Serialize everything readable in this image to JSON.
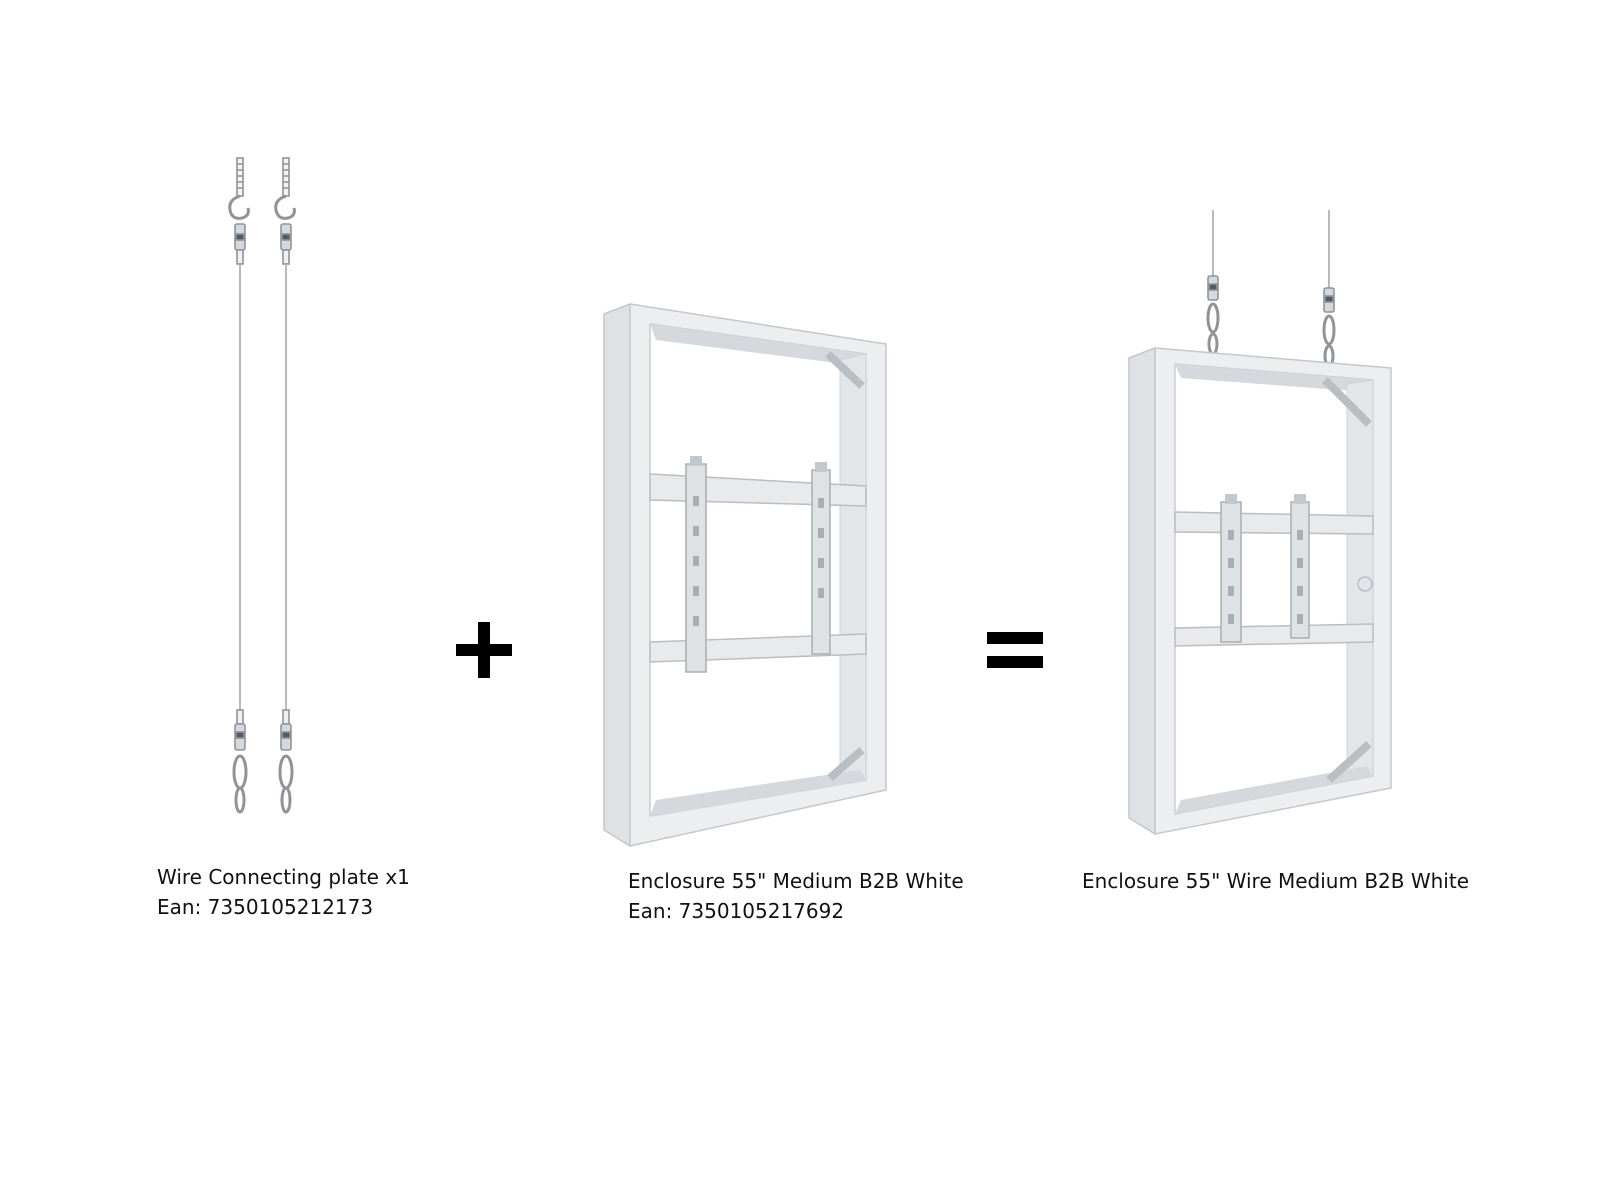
{
  "products": [
    {
      "id": "wire-kit",
      "name": "Wire Connecting plate x1",
      "ean": "Ean: 7350105212173",
      "icon": "wire-hanging-kit"
    },
    {
      "id": "enclosure",
      "name": "Enclosure 55\" Medium B2B White",
      "ean": "Ean: 7350105217692",
      "icon": "enclosure-frame"
    },
    {
      "id": "result",
      "name": "Enclosure 55\" Wire Medium B2B White",
      "icon": "enclosure-with-wires"
    }
  ],
  "operators": {
    "plus": "plus-icon",
    "equals": "equals-icon"
  },
  "colors": {
    "background": "#ffffff",
    "text": "#111111",
    "frame": "#e9ebed",
    "frame_shade": "#cfd3d7",
    "metal": "#a9aeb4",
    "operator": "#000000"
  }
}
